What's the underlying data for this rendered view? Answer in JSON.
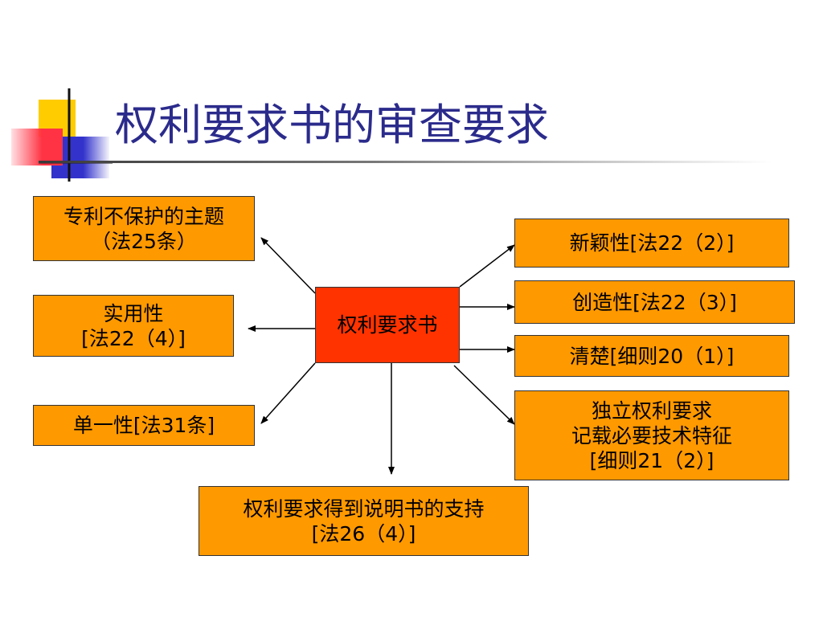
{
  "slide": {
    "title": "权利要求书的审查要求"
  },
  "diagram": {
    "center": "权利要求书",
    "left": [
      {
        "lines": [
          "专利不保护的主题",
          "（法25条）"
        ]
      },
      {
        "lines": [
          "实用性",
          "[法22（4）]"
        ]
      },
      {
        "lines": [
          "单一性[法31条]"
        ]
      }
    ],
    "bottom": {
      "lines": [
        "权利要求得到说明书的支持",
        "[法26（4）]"
      ]
    },
    "right": [
      {
        "lines": [
          "新颖性[法22（2）]"
        ]
      },
      {
        "lines": [
          "创造性[法22（3）]"
        ]
      },
      {
        "lines": [
          "清楚[细则20（1）]"
        ]
      },
      {
        "lines": [
          "独立权利要求",
          "记载必要技术特征",
          "[细则21（2）]"
        ]
      }
    ]
  },
  "colors": {
    "title": "#2b2b8c",
    "center_box": "#ff3300",
    "requirement_box": "#ff9900",
    "accent_yellow": "#ffcc00",
    "accent_blue": "#3333cc",
    "accent_red": "#ff3344"
  }
}
